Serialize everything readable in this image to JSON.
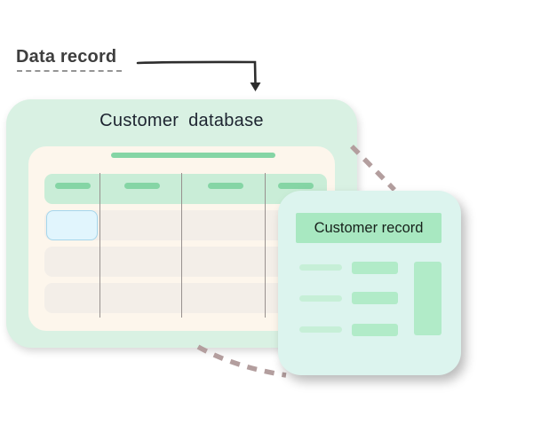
{
  "annotation": {
    "label": "Data record"
  },
  "database": {
    "title": "Customer database",
    "table": {
      "column_count": 4,
      "header_dash_count": 4,
      "body_row_count": 3,
      "selected_cell": {
        "row": 1,
        "column": 1
      }
    }
  },
  "record": {
    "title": "Customer record",
    "field_row_count": 3
  },
  "colors": {
    "database_card_bg": "#d9f1e3",
    "panel_bg": "#fdf6ec",
    "header_row_bg": "#c9edd7",
    "green_dash": "#85d5a5",
    "row_bg": "#f3eee8",
    "divider": "#98918f",
    "selected_cell_bg": "#e1f5fd",
    "selected_cell_border": "#a5d6ec",
    "record_card_bg": "#dcf4ee",
    "record_header_bg": "#a8e8c1",
    "record_dash_light": "#c6efd7",
    "record_block": "#b1ebc8",
    "connector": "#b39e9e",
    "arrow": "#2d2d2d",
    "label_text": "#3e3e3e",
    "title_text": "#1d2430"
  }
}
